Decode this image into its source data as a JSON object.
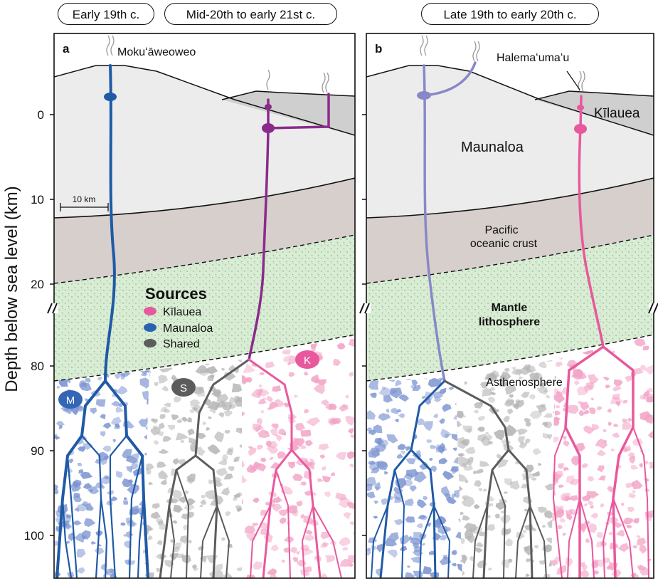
{
  "header": {
    "early_19th": "Early 19th c.",
    "mid_20th": "Mid-20th to early 21st c.",
    "late_19th": "Late 19th to early 20th c."
  },
  "axis": {
    "ylabel": "Depth below sea level (km)",
    "ticks": [
      "0",
      "10",
      "20",
      "80",
      "90",
      "100"
    ]
  },
  "panel_a": {
    "letter": "a",
    "crater_label": "Mokuʻāweoweo",
    "scale_bar": "10 km",
    "legend": {
      "title": "Sources",
      "items": [
        {
          "label": "Kīlauea",
          "color": "#e8589c"
        },
        {
          "label": "Maunaloa",
          "color": "#2b62b0"
        },
        {
          "label": "Shared",
          "color": "#5c5c5c"
        }
      ]
    },
    "badges": {
      "M": "M",
      "S": "S",
      "K": "K"
    }
  },
  "panel_b": {
    "letter": "b",
    "crater_label": "Halemaʻumaʻu",
    "kilauea_label": "Kīlauea",
    "maunaloa_label": "Maunaloa",
    "crust_label_1": "Pacific",
    "crust_label_2": "oceanic crust",
    "mantle_label_1": "Mantle",
    "mantle_label_2": "lithosphere",
    "astheno_label": "Asthenosphere"
  },
  "colors": {
    "maunaloa": "#1f5aa6",
    "maunaloa_light": "#8888c8",
    "kilauea": "#e8589c",
    "shared": "#5c5c5c",
    "mixed": "#8a2b8c",
    "crust": "#d6cfcb",
    "mantle": "#d9ecd4",
    "volcano": "#ececec",
    "kilauea_edifice": "#cfcfcf"
  }
}
